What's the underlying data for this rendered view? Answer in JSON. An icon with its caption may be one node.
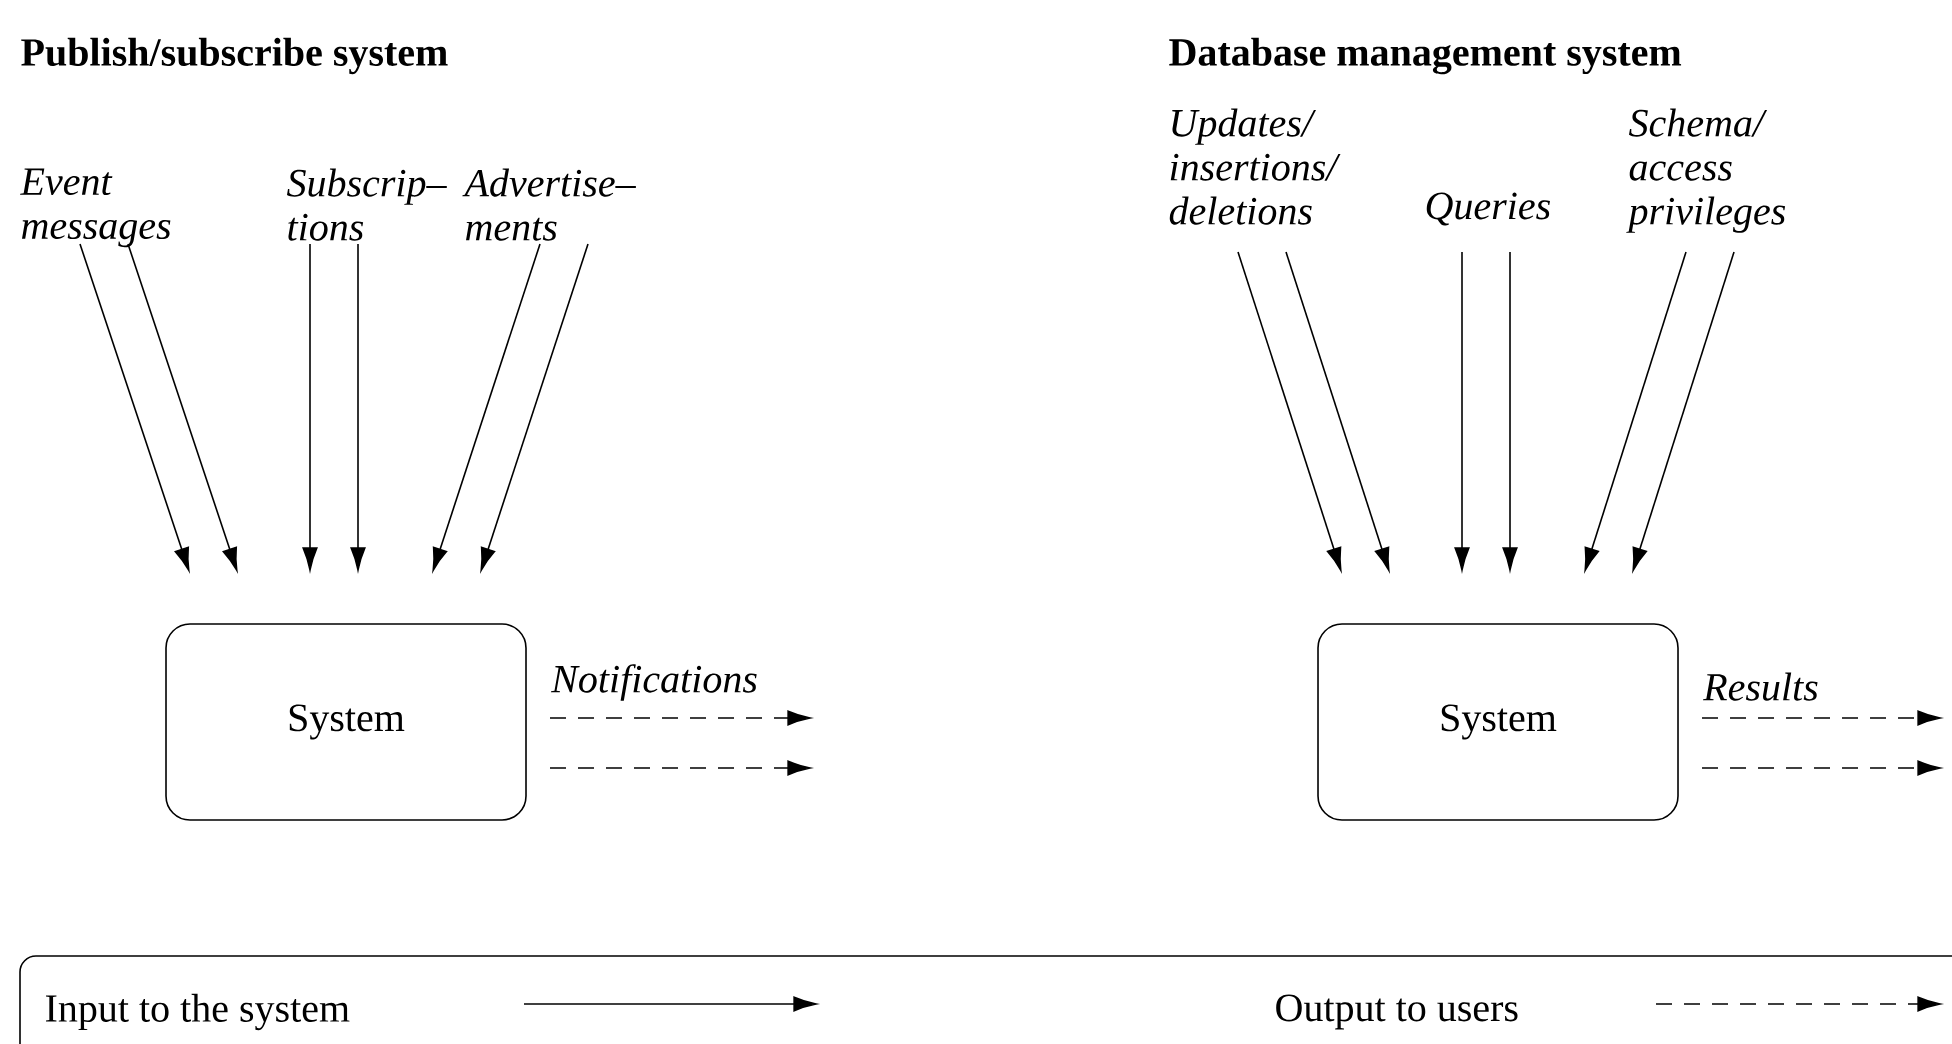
{
  "diagram": {
    "nodes": [
      {
        "text": [
          "Event messages"
        ]
      },
      {
        "text": [
          "Subscrip– tions"
        ]
      },
      {
        "text": [
          "Advertise– ments"
        ]
      },
      {
        "text": [
          "System"
        ]
      },
      {
        "text": [
          "Updates/ insertions/ deletions"
        ]
      },
      {
        "text": [
          "Queries"
        ]
      },
      {
        "text": [
          "Schema/ access privileges"
        ]
      },
      {
        "text": [
          "System"
        ]
      }
    ],
    "edges": [
      {
        "from": 0,
        "to": 3,
        "arrow": "to"
      },
      {
        "from": 0,
        "to": 3,
        "arrow": "to"
      },
      {
        "from": 1,
        "to": 3,
        "arrow": "to"
      },
      {
        "from": 1,
        "to": 3,
        "arrow": "to"
      },
      {
        "from": 2,
        "to": 3,
        "arrow": "to"
      },
      {
        "from": 2,
        "to": 3,
        "arrow": "to"
      },
      {
        "from": 3,
        "to": null,
        "arrow": "to",
        "style": "dashed",
        "label": "Notifications"
      },
      {
        "from": 3,
        "to": null,
        "arrow": "to",
        "style": "dashed"
      },
      {
        "from": 4,
        "to": 7,
        "arrow": "to"
      },
      {
        "from": 4,
        "to": 7,
        "arrow": "to"
      },
      {
        "from": 5,
        "to": 7,
        "arrow": "to"
      },
      {
        "from": 5,
        "to": 7,
        "arrow": "to"
      },
      {
        "from": 6,
        "to": 7,
        "arrow": "to"
      },
      {
        "from": 6,
        "to": 7,
        "arrow": "to"
      },
      {
        "from": 7,
        "to": null,
        "arrow": "to",
        "style": "dashed",
        "label": "Results"
      },
      {
        "from": 7,
        "to": null,
        "arrow": "to",
        "style": "dashed"
      }
    ],
    "labels": [
      "Publish/subscribe system",
      "Database management system"
    ],
    "legend": [
      {
        "text": "Input to the system"
      },
      {
        "text": "Output to users"
      }
    ]
  }
}
